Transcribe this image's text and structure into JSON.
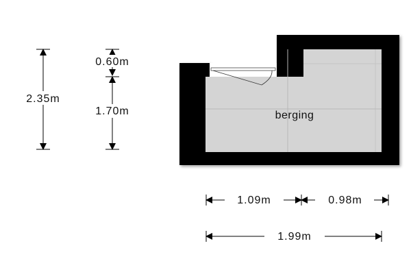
{
  "room": {
    "name": "berging",
    "floor_color": "#d4d4d4",
    "wall_color": "#000000"
  },
  "dimensions": {
    "total_height": "2.35m",
    "upper_height": "0.60m",
    "lower_height": "1.70m",
    "left_width": "1.09m",
    "right_width": "0.98m",
    "total_width": "1.99m"
  }
}
